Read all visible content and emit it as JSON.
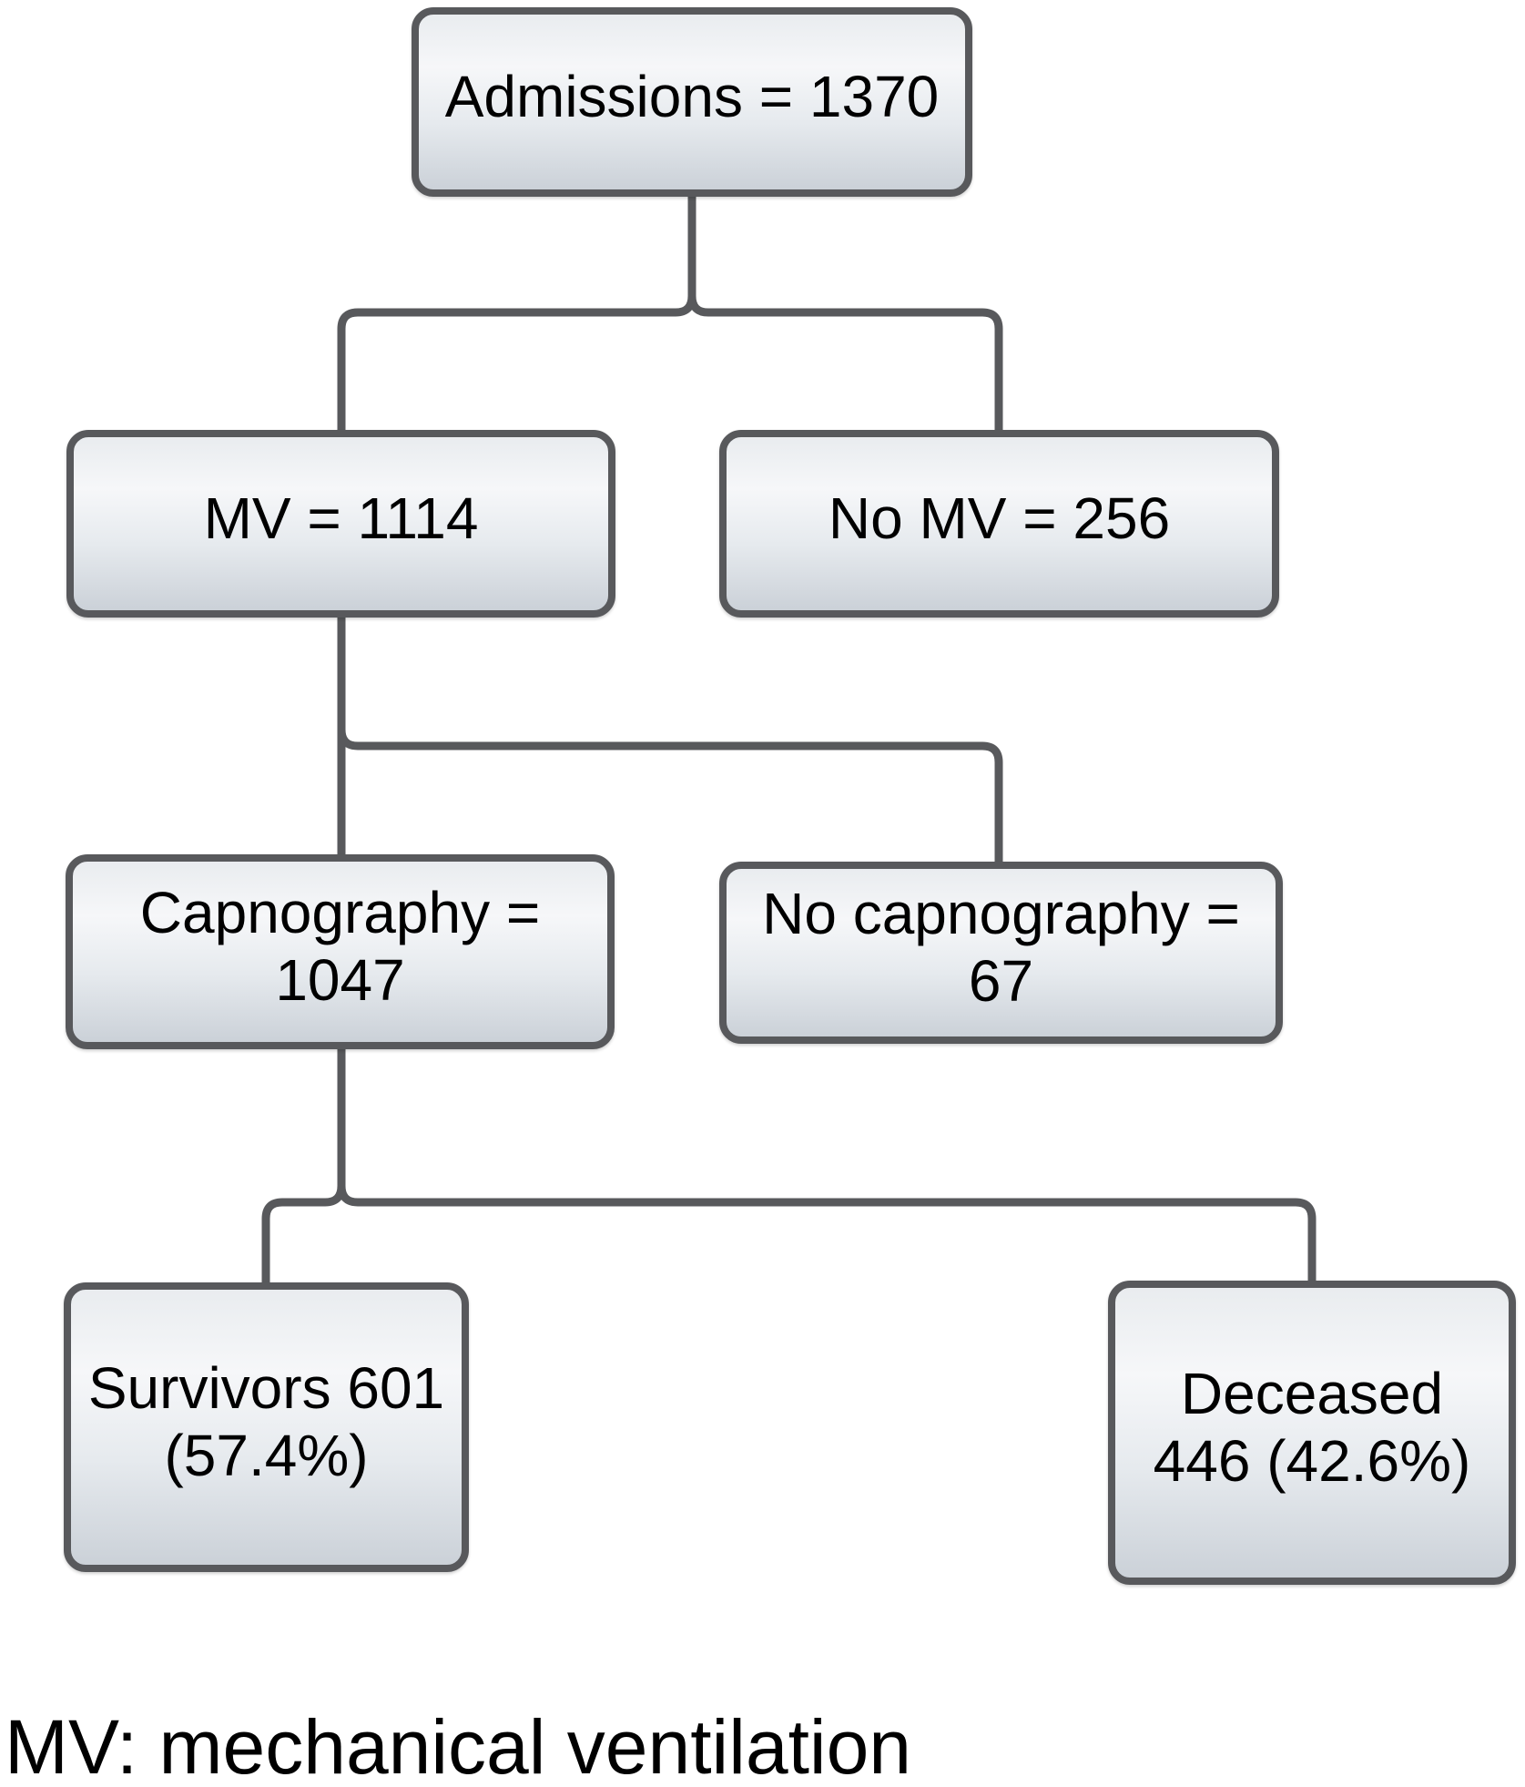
{
  "figure": {
    "type": "flowchart",
    "background_color": "#ffffff",
    "line_color": "#58595c",
    "box_border_color": "#58595c",
    "box_fill_top": "#e9ecef",
    "box_fill_mid": "#f6f7f9",
    "box_fill_bottom": "#cbd1d8",
    "text_color": "#000000"
  },
  "nodes": {
    "admissions": {
      "line1": "Admissions = 1370"
    },
    "mv": {
      "line1": "MV = 1114"
    },
    "no_mv": {
      "line1": "No MV = 256"
    },
    "capnography": {
      "line1": "Capnography =",
      "line2": "1047"
    },
    "no_capnography": {
      "line1": "No capnography =",
      "line2": "67"
    },
    "survivors": {
      "line1": "Survivors 601",
      "line2": "(57.4%)"
    },
    "deceased": {
      "line1": "Deceased",
      "line2": "446 (42.6%)"
    }
  },
  "edges": [
    {
      "from": "admissions",
      "to": "mv"
    },
    {
      "from": "admissions",
      "to": "no_mv"
    },
    {
      "from": "mv",
      "to": "capnography"
    },
    {
      "from": "mv",
      "to": "no_capnography"
    },
    {
      "from": "capnography",
      "to": "survivors"
    },
    {
      "from": "capnography",
      "to": "deceased"
    }
  ],
  "footer": {
    "text": "MV: mechanical ventilation"
  }
}
